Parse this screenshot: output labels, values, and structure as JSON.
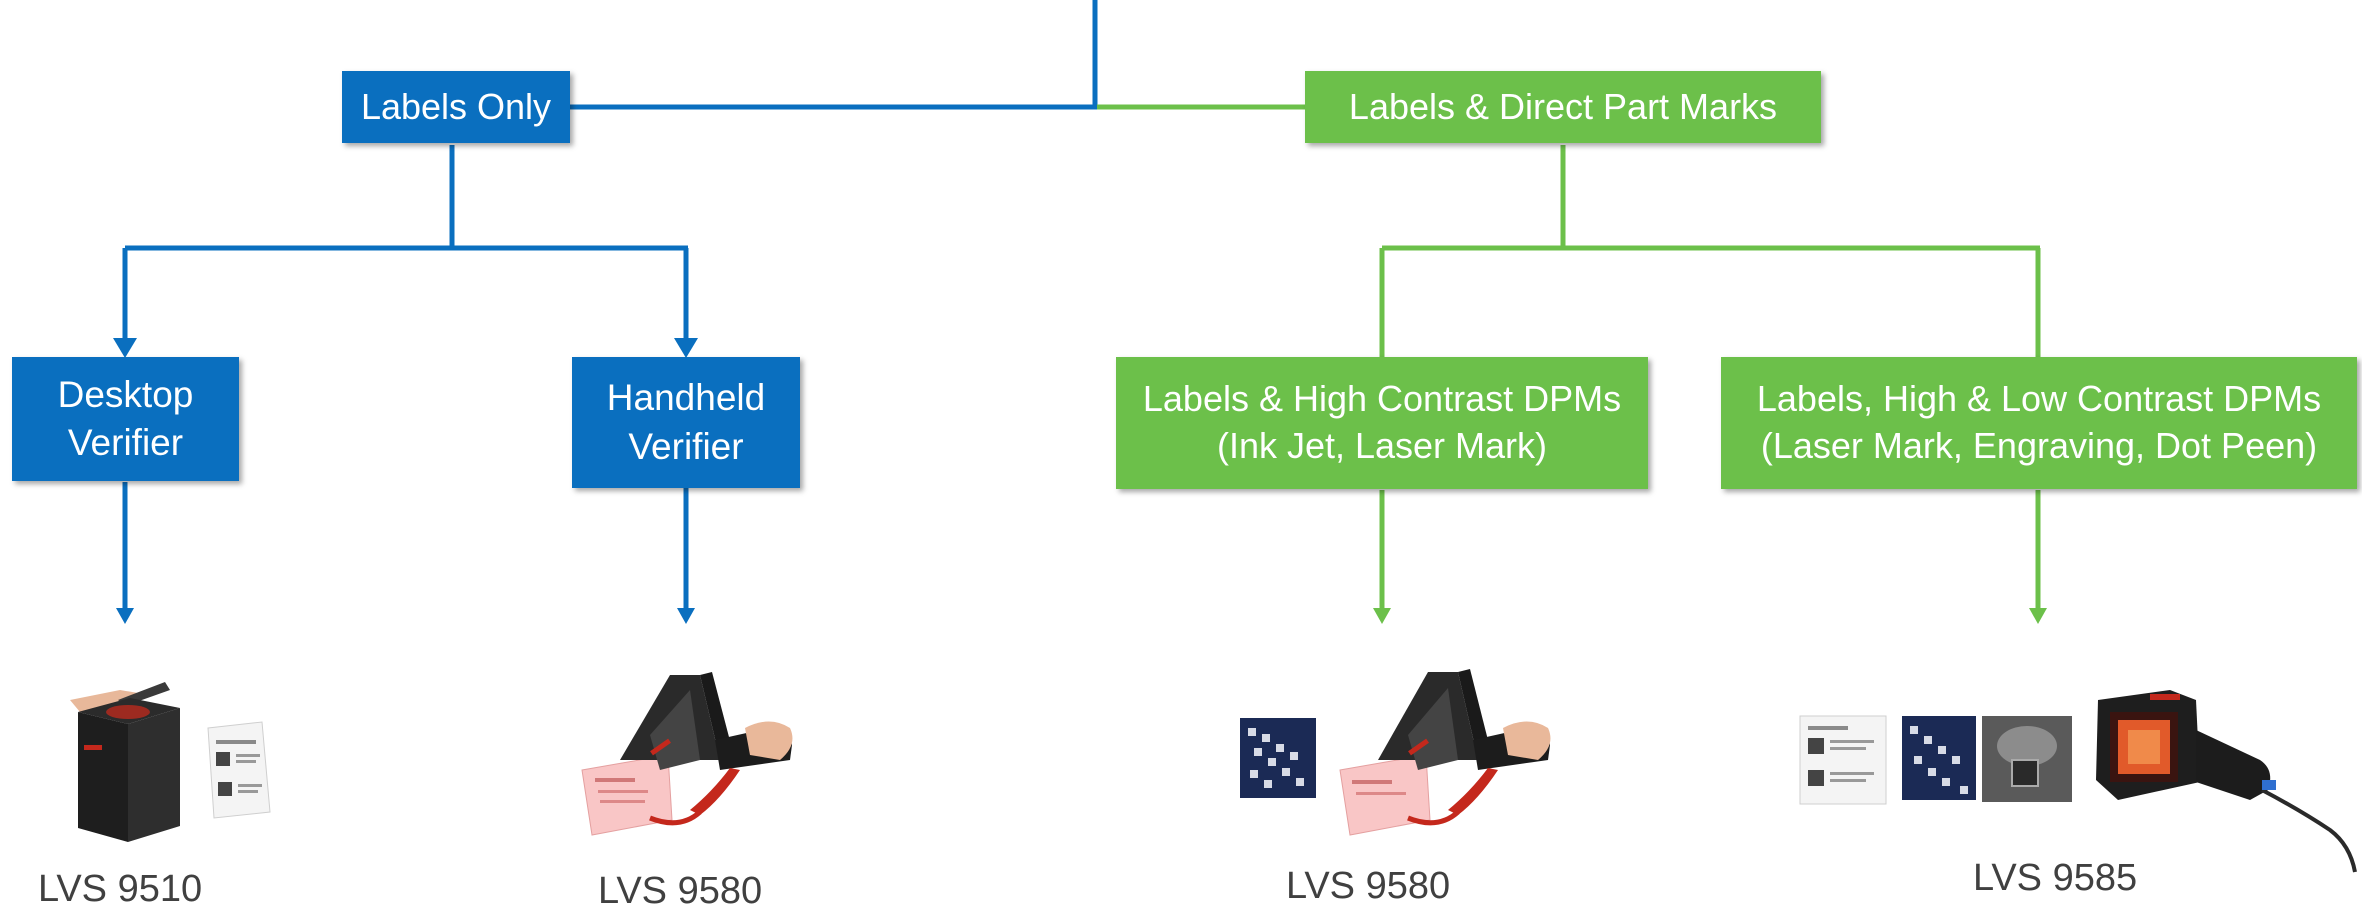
{
  "colors": {
    "labels_only": "#0a6fbf",
    "dpm": "#6cc04a",
    "caption": "#404040"
  },
  "nodes": {
    "labels_only": "Labels Only",
    "labels_dpm": "Labels & Direct Part Marks",
    "desktop": [
      "Desktop",
      "Verifier"
    ],
    "handheld": [
      "Handheld",
      "Verifier"
    ],
    "high_contrast": [
      "Labels & High Contrast DPMs",
      "(Ink Jet, Laser Mark)"
    ],
    "low_contrast": [
      "Labels, High & Low Contrast DPMs",
      "(Laser Mark, Engraving, Dot Peen)"
    ]
  },
  "products": [
    {
      "caption": "LVS 9510",
      "image": "desktop-verifier-with-label"
    },
    {
      "caption": "LVS 9580",
      "image": "handheld-verifier-on-label"
    },
    {
      "caption": "LVS 9580",
      "image": "dpm-sample-and-handheld-verifier"
    },
    {
      "caption": "LVS 9585",
      "image": "label-dpm-samples-and-handheld-verifier"
    }
  ]
}
